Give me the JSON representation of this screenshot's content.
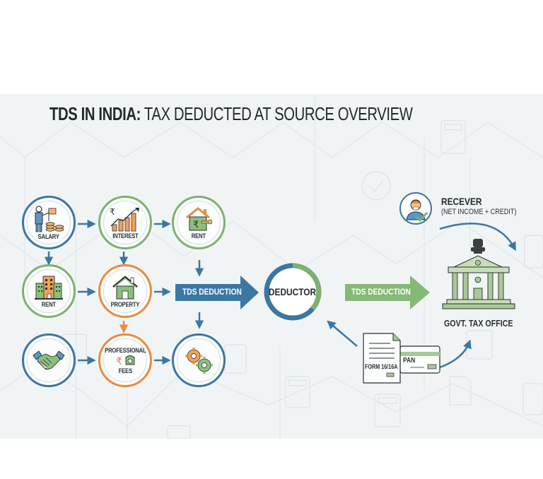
{
  "title": {
    "bold": "TDS IN INDIA:",
    "rest": " TAX DEDUCTED AT SOURCE OVERVIEW"
  },
  "sources": [
    {
      "label": "SALARY",
      "icon": "salary-person-coins-icon",
      "color": "#3b77a3"
    },
    {
      "label": "INTEREST",
      "icon": "rupee-growth-chart-icon",
      "color": "#7fb06f"
    },
    {
      "label": "RENT",
      "icon": "rupee-house-key-icon",
      "color": "#7fb06f"
    },
    {
      "label": "RENT",
      "icon": "apartment-building-icon",
      "color": "#7fb06f"
    },
    {
      "label": "PROPERTY",
      "icon": "house-icon",
      "color": "#e88b3c"
    },
    {
      "label": "",
      "icon": "handshake-icon",
      "color": "#3b77a3"
    },
    {
      "label_top": "PROFESSIONAL",
      "label_bottom": "FEES",
      "icon": "rupee-receipt-icon",
      "color": "#e88b3c"
    },
    {
      "label": "",
      "icon": "gears-icon",
      "color": "#3b77a3"
    }
  ],
  "flow": {
    "tds_deduction_left": "TDS DEDUCTION",
    "deductor": "DEDUCTOR",
    "tds_deduction_right": "TDS DEDUCTION"
  },
  "receiver": {
    "title": "RECEVER",
    "subtitle": "(NET INCOME + CREDIT)"
  },
  "government": {
    "label": "GOVT. TAX OFFICE"
  },
  "documents": {
    "form": "FORM 16/16A",
    "card": "PAN"
  },
  "colors": {
    "blue": "#3b77a3",
    "green": "#7fb06f",
    "orange": "#e88b3c",
    "background": "#f1f4f5",
    "text": "#222a30"
  }
}
